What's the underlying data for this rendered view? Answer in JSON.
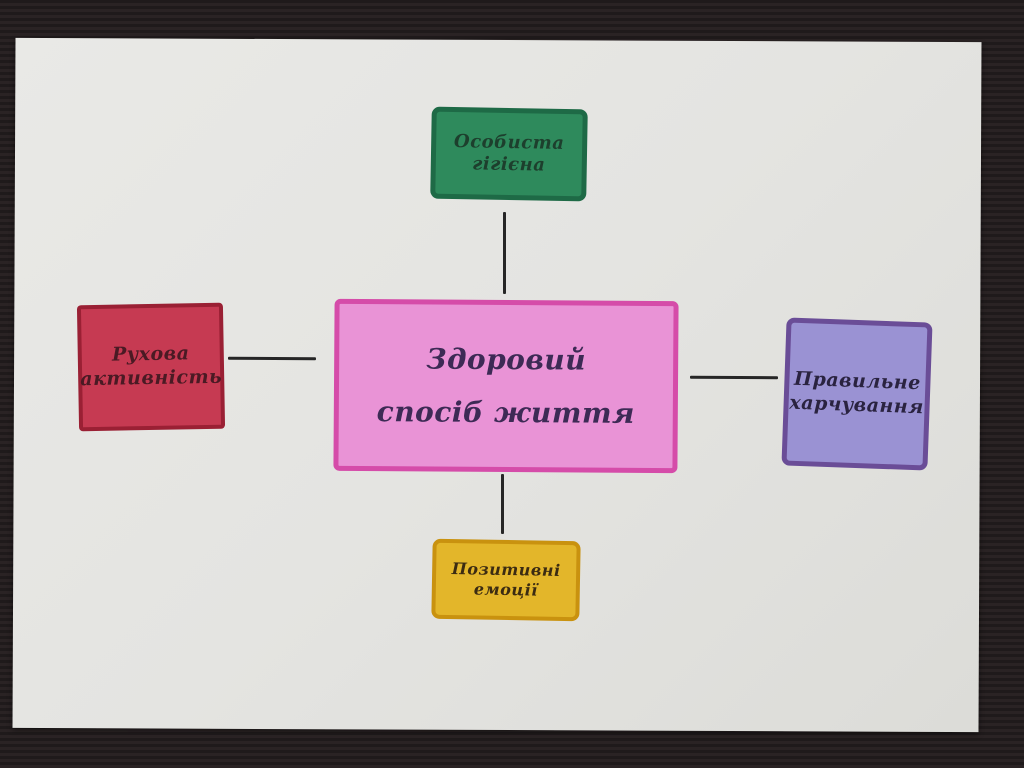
{
  "diagram": {
    "center": {
      "line1": "Здоровий",
      "line2": "спосіб життя",
      "fill": "#e993d6",
      "border": "#d54ca9"
    },
    "top": {
      "line1": "Особиста",
      "line2": "гігієна",
      "fill": "#2e8a5c",
      "border": "#1e6a46"
    },
    "left": {
      "line1": "Рухова",
      "line2": "активність",
      "fill": "#c63a52",
      "border": "#9a2034"
    },
    "right": {
      "line1": "Правильне",
      "line2": "харчування",
      "fill": "#9a92d3",
      "border": "#6a4d97"
    },
    "bottom": {
      "line1": "Позитивні",
      "line2": "емоції",
      "fill": "#e3b62a",
      "border": "#c9920f"
    }
  }
}
